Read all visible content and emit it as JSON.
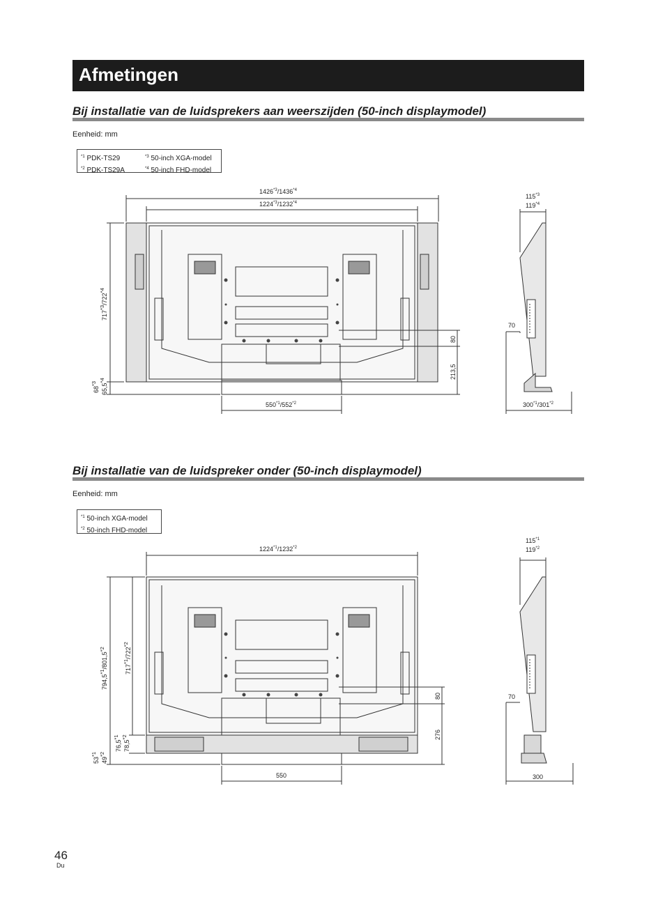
{
  "page": {
    "title": "Afmetingen",
    "number": "46",
    "lang": "Du"
  },
  "section1": {
    "heading": "Bij installatie van de luidsprekers aan weerszijden (50-inch displaymodel)",
    "unit": "Eenheid: mm",
    "notes": [
      {
        "mark": "*1",
        "text": "PDK-TS29"
      },
      {
        "mark": "*3",
        "text": "50-inch XGA-model"
      },
      {
        "mark": "*2",
        "text": "PDK-TS29A"
      },
      {
        "mark": "*4",
        "text": "50-inch FHD-model"
      }
    ],
    "dims": {
      "overall_width": {
        "a": "1426",
        "am": "*3",
        "b": "1436",
        "bm": "*4"
      },
      "panel_width": {
        "a": "1224",
        "am": "*3",
        "b": "1232",
        "bm": "*4"
      },
      "depth": {
        "a": "115",
        "am": "*3",
        "b": "119",
        "bm": "*4"
      },
      "height": {
        "a": "717",
        "am": "*3",
        "b": "722",
        "bm": "*4"
      },
      "bottom_a": {
        "v": "68",
        "m": "*3"
      },
      "bottom_b": {
        "v": "65,5",
        "m": "*4"
      },
      "hole_gap": "80",
      "hole_height": "213,5",
      "stand_width": {
        "a": "550",
        "am": "*1",
        "b": "552",
        "bm": "*2"
      },
      "side_offset": "70",
      "stand_depth": {
        "a": "300",
        "am": "*1",
        "b": "301",
        "bm": "*2"
      }
    }
  },
  "section2": {
    "heading": "Bij installatie van de luidspreker onder (50-inch displaymodel)",
    "unit": "Eenheid: mm",
    "notes": [
      {
        "mark": "*1",
        "text": "50-inch XGA-model"
      },
      {
        "mark": "*2",
        "text": "50-inch FHD-model"
      }
    ],
    "dims": {
      "panel_width": {
        "a": "1224",
        "am": "*1",
        "b": "1232",
        "bm": "*2"
      },
      "depth": {
        "a": "115",
        "am": "*1",
        "b": "119",
        "bm": "*2"
      },
      "overall_height": {
        "a": "794,5",
        "am": "*1",
        "b": "801,5",
        "bm": "*2"
      },
      "height": {
        "a": "717",
        "am": "*1",
        "b": "722",
        "bm": "*2"
      },
      "speaker_a": {
        "v": "76,5",
        "m": "*1"
      },
      "speaker_b": {
        "v": "78,5",
        "m": "*2"
      },
      "bottom_a": {
        "v": "53",
        "m": "*1"
      },
      "bottom_b": {
        "v": "49",
        "m": "*2"
      },
      "hole_gap": "80",
      "hole_height": "276",
      "stand_width": "550",
      "side_offset": "70",
      "stand_depth": "300"
    }
  }
}
